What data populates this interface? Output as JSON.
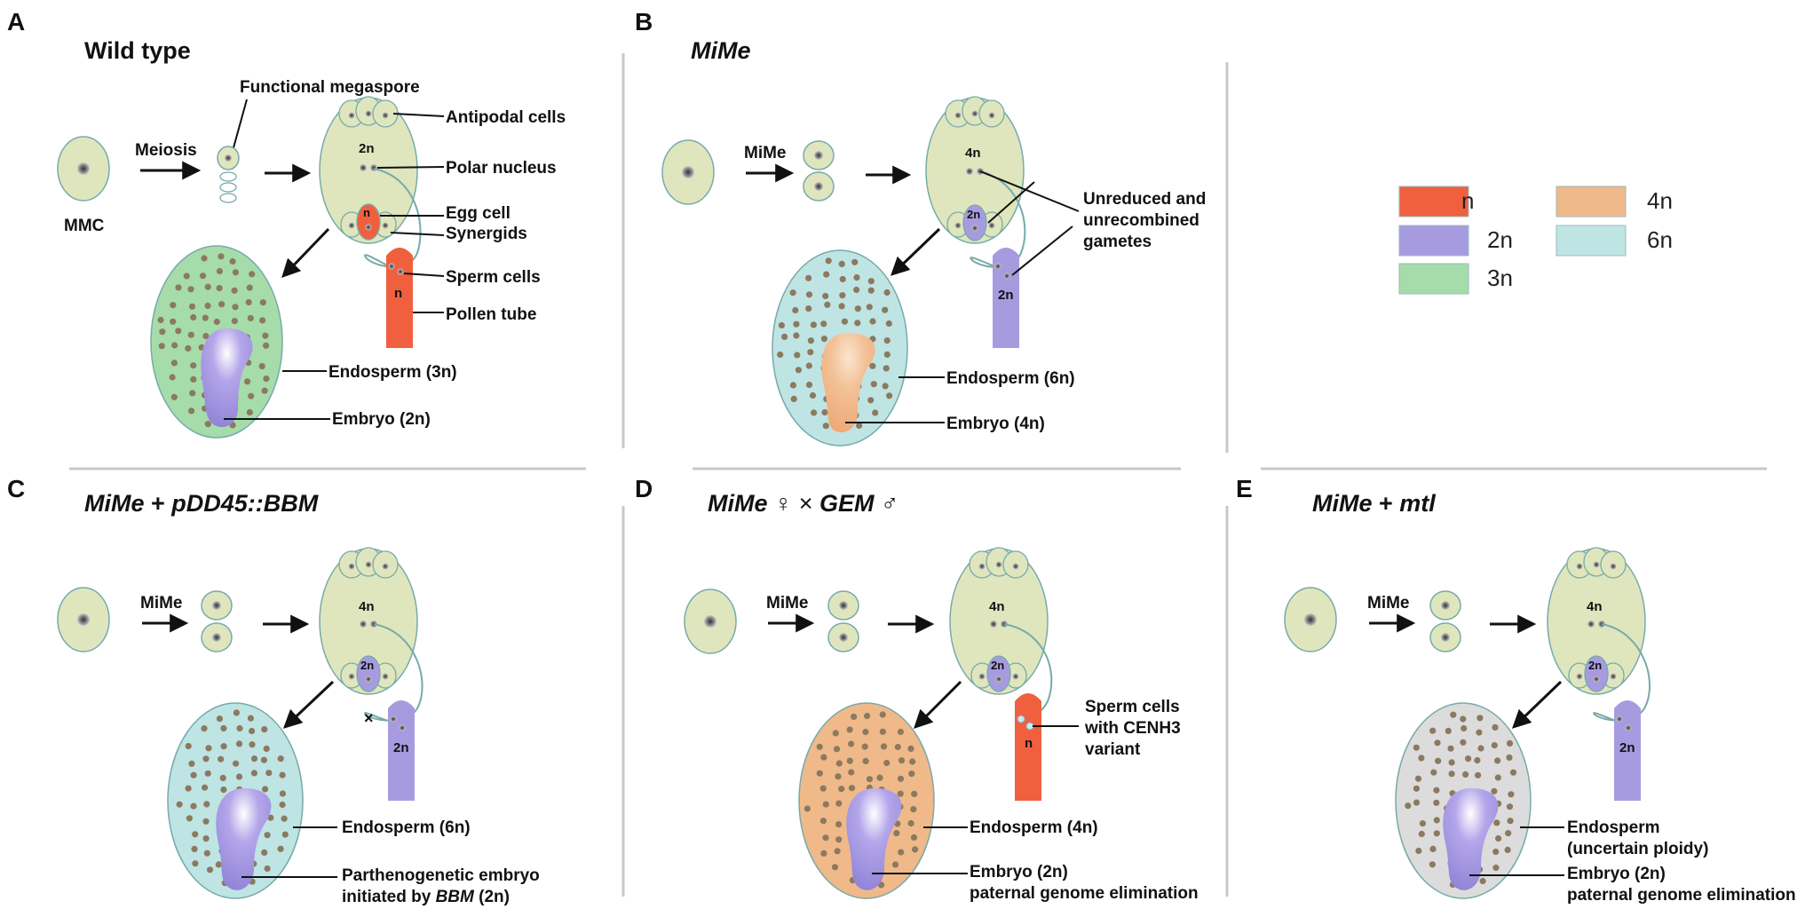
{
  "colors": {
    "n": "#f0603e",
    "2n": "#a79be0",
    "3n": "#a6dcaa",
    "4n": "#f0b98a",
    "6n": "#bfe4e4",
    "uncertain": "#dcdcdc",
    "cell": "#dfe6bd",
    "dot": "#8a7a60"
  },
  "legend": [
    {
      "key": "n",
      "label": "n"
    },
    {
      "key": "4n",
      "label": "4n"
    },
    {
      "key": "2n",
      "label": "2n"
    },
    {
      "key": "6n",
      "label": "6n"
    },
    {
      "key": "3n",
      "label": "3n"
    }
  ],
  "panels": {
    "A": {
      "letter": "A",
      "title": "Wild type",
      "functional_megaspore": "Functional megaspore",
      "meiosis": "Meiosis",
      "mmc": "MMC",
      "ploidy_polar": "2n",
      "ploidy_egg": "n",
      "ploidy_pollen": "n",
      "antipodal": "Antipodal cells",
      "polar": "Polar nucleus",
      "egg": "Egg cell",
      "synergids": "Synergids",
      "sperm": "Sperm cells",
      "pollen": "Pollen tube",
      "endosperm": "Endosperm (3n)",
      "embryo": "Embryo (2n)"
    },
    "B": {
      "letter": "B",
      "title": "MiMe",
      "mime": "MiMe",
      "ploidy_polar": "4n",
      "ploidy_egg": "2n",
      "ploidy_pollen": "2n",
      "gametes_1": "Unreduced and",
      "gametes_2": "unrecombined",
      "gametes_3": "gametes",
      "endosperm": "Endosperm (6n)",
      "embryo": "Embryo (4n)"
    },
    "C": {
      "letter": "C",
      "title_a": "MiMe",
      "title_b": " + ",
      "title_c": "pDD45::BBM",
      "mime": "MiMe",
      "ploidy_polar": "4n",
      "ploidy_egg": "2n",
      "ploidy_pollen": "2n",
      "cross_mark": "×",
      "endosperm": "Endosperm (6n)",
      "embryo_1": "Parthenogenetic embryo",
      "embryo_2a": "initiated by ",
      "embryo_2b": "BBM",
      "embryo_2c": "  (2n)"
    },
    "D": {
      "letter": "D",
      "title_a": "MiMe",
      "title_b": " ♀  ×  ",
      "title_c": "GEM",
      "title_d": " ♂",
      "mime": "MiMe",
      "ploidy_polar": "4n",
      "ploidy_egg": "2n",
      "ploidy_pollen": "n",
      "sperm_1": "Sperm cells",
      "sperm_2": "with CENH3",
      "sperm_3": "variant",
      "endosperm": "Endosperm (4n)",
      "embryo_1": "Embryo (2n)",
      "embryo_2": "paternal genome elimination"
    },
    "E": {
      "letter": "E",
      "title_a": "MiMe",
      "title_b": " + ",
      "title_c": "mtl",
      "mime": "MiMe",
      "ploidy_polar": "4n",
      "ploidy_egg": "2n",
      "ploidy_pollen": "2n",
      "endosperm_1": "Endosperm",
      "endosperm_2": "(uncertain ploidy)",
      "embryo_1": "Embryo (2n)",
      "embryo_2": "paternal genome elimination"
    }
  }
}
